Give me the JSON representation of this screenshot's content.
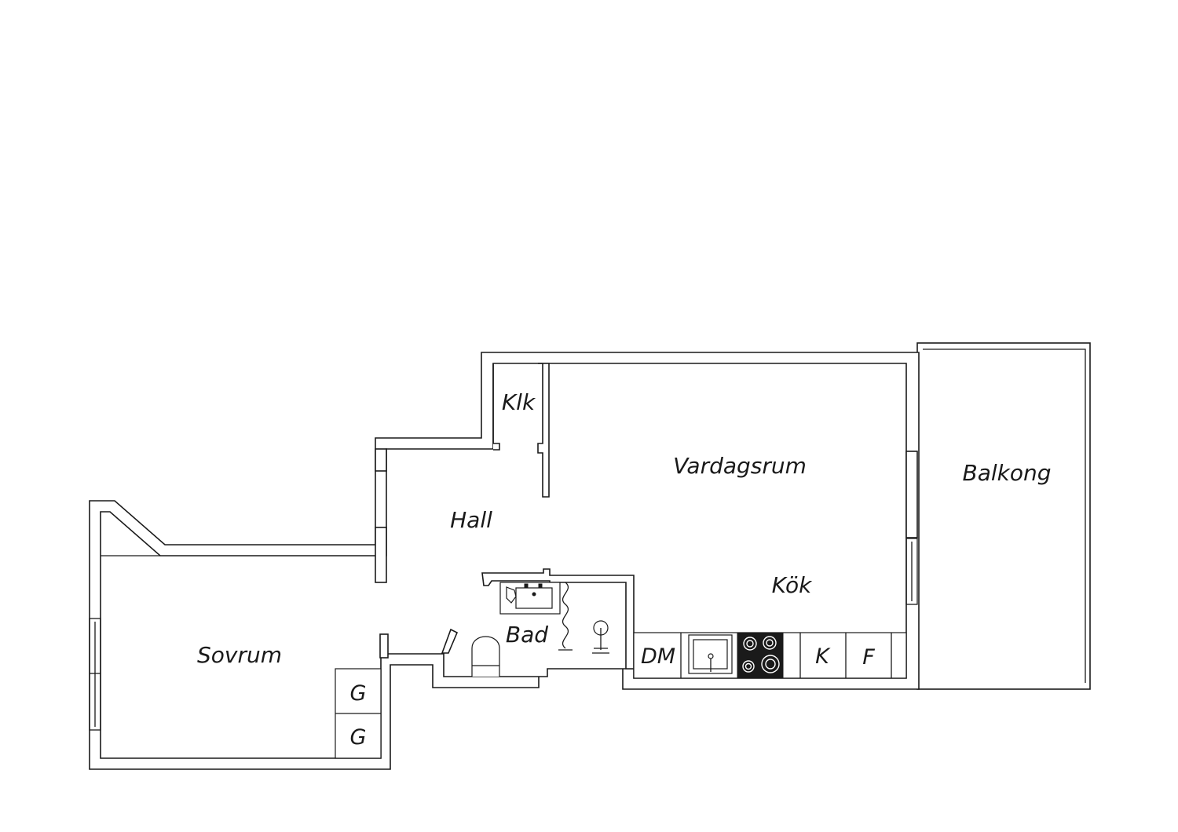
{
  "rooms": {
    "klk": "Klk",
    "vardagsrum": "Vardagsrum",
    "balkong": "Balkong",
    "hall": "Hall",
    "kok": "Kök",
    "bad": "Bad",
    "sovrum": "Sovrum"
  },
  "fixtures": {
    "dishwasher": "DM",
    "fridge": "K",
    "freezer": "F",
    "wardrobe_top": "G",
    "wardrobe_bottom": "G"
  },
  "colors": {
    "line": "#1a1a1a",
    "background": "#ffffff"
  }
}
